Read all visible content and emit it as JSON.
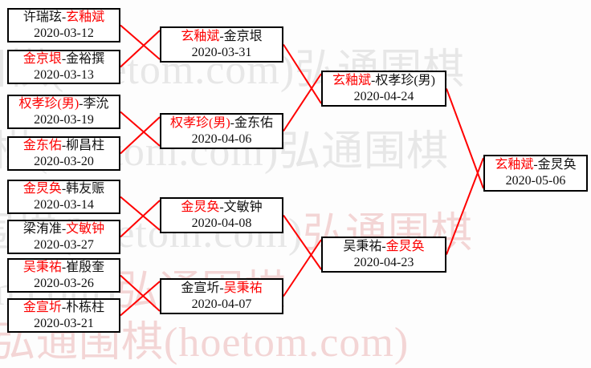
{
  "diagram_title": "tournament-bracket",
  "colors": {
    "winner_red": "#fd0000",
    "line_red": "#ff0000",
    "box_border": "#000000",
    "box_background": "#ffffff",
    "watermark_gray": "#e7e7e7",
    "watermark_pink": "#f3d5d5"
  },
  "watermark": {
    "brand_cjk": "弘通围棋",
    "brand_latin": "(hoetom.com)",
    "full": "弘通围棋(hoetom.com)"
  },
  "bracket": {
    "round1": [
      {
        "p1": "许瑞玹",
        "p2": "玄釉斌",
        "winner": "p2",
        "date": "2020-03-12"
      },
      {
        "p1": "金京垠",
        "p2": "金裕撰",
        "winner": "p1",
        "date": "2020-03-13"
      },
      {
        "p1": "权孝珍(男)",
        "p2": "李沇",
        "winner": "p1",
        "date": "2020-03-19"
      },
      {
        "p1": "金东佑",
        "p2": "柳昌柱",
        "winner": "p1",
        "date": "2020-03-20"
      },
      {
        "p1": "金炅奂",
        "p2": "韩友赈",
        "winner": "p1",
        "date": "2020-03-14"
      },
      {
        "p1": "梁洧准",
        "p2": "文敏钟",
        "winner": "p2",
        "date": "2020-03-27"
      },
      {
        "p1": "吴秉祐",
        "p2": "崔殷奎",
        "winner": "p1",
        "date": "2020-03-26"
      },
      {
        "p1": "金宣圻",
        "p2": "朴栋柱",
        "winner": "p1",
        "date": "2020-03-21"
      }
    ],
    "round2": [
      {
        "p1": "玄釉斌",
        "p2": "金京垠",
        "winner": "p1",
        "date": "2020-03-31"
      },
      {
        "p1": "权孝珍(男)",
        "p2": "金东佑",
        "winner": "p1",
        "date": "2020-04-06"
      },
      {
        "p1": "金炅奂",
        "p2": "文敏钟",
        "winner": "p1",
        "date": "2020-04-08"
      },
      {
        "p1": "金宣圻",
        "p2": "吴秉祐",
        "winner": "p2",
        "date": "2020-04-07"
      }
    ],
    "semifinals": [
      {
        "p1": "玄釉斌",
        "p2": "权孝珍(男)",
        "winner": "p1",
        "date": "2020-04-24"
      },
      {
        "p1": "吴秉祐",
        "p2": "金炅奂",
        "winner": "p2",
        "date": "2020-04-23"
      }
    ],
    "final": [
      {
        "p1": "玄釉斌",
        "p2": "金炅奂",
        "winner": "p1",
        "date": "2020-05-06"
      }
    ]
  }
}
